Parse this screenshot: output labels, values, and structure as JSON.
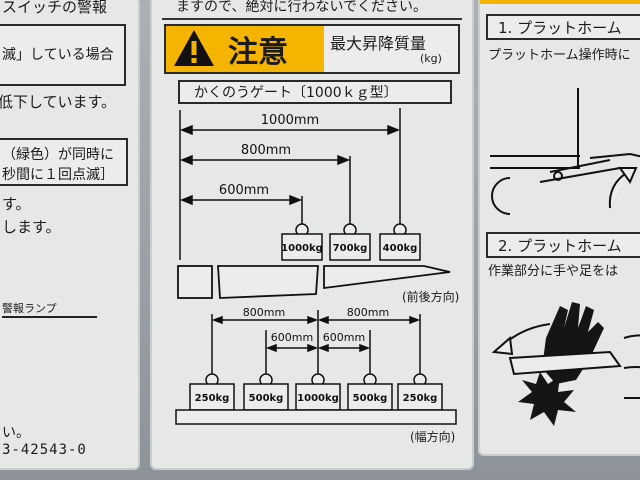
{
  "left_panel": {
    "lines": [
      "スイッチの警報",
      "滅」している場合",
      "低下しています。",
      "（緑色）が同時に",
      "秒間に１回点滅］",
      "す。",
      "します。",
      "警報ランプ",
      "い。",
      "3-42543-0"
    ]
  },
  "center_panel": {
    "top_text": "ますので、絶対に行わないでください。",
    "caution": {
      "word": "注意",
      "icon": "warning-triangle-icon",
      "color": "#f5b400"
    },
    "max_load": {
      "label": "最大昇降質量",
      "unit": "(kg)"
    },
    "gate_title": "かくのうゲート〔1000ｋｇ型〕",
    "depth": {
      "distances": [
        "1000mm",
        "800mm",
        "600mm"
      ],
      "weights": [
        "1000kg",
        "700kg",
        "400kg"
      ],
      "direction": "(前後方向)"
    },
    "width": {
      "outer_left": "800mm",
      "outer_right": "800mm",
      "inner_left": "600mm",
      "inner_right": "600mm",
      "weights": [
        "250kg",
        "500kg",
        "1000kg",
        "500kg",
        "250kg"
      ],
      "direction": "(幅方向)"
    }
  },
  "right_panel": {
    "step1_title": "1. プラットホーム",
    "step1_text": "プラットホーム操作時に",
    "step2_title": "2. プラットホーム",
    "step2_text": "作業部分に手や足をは"
  }
}
